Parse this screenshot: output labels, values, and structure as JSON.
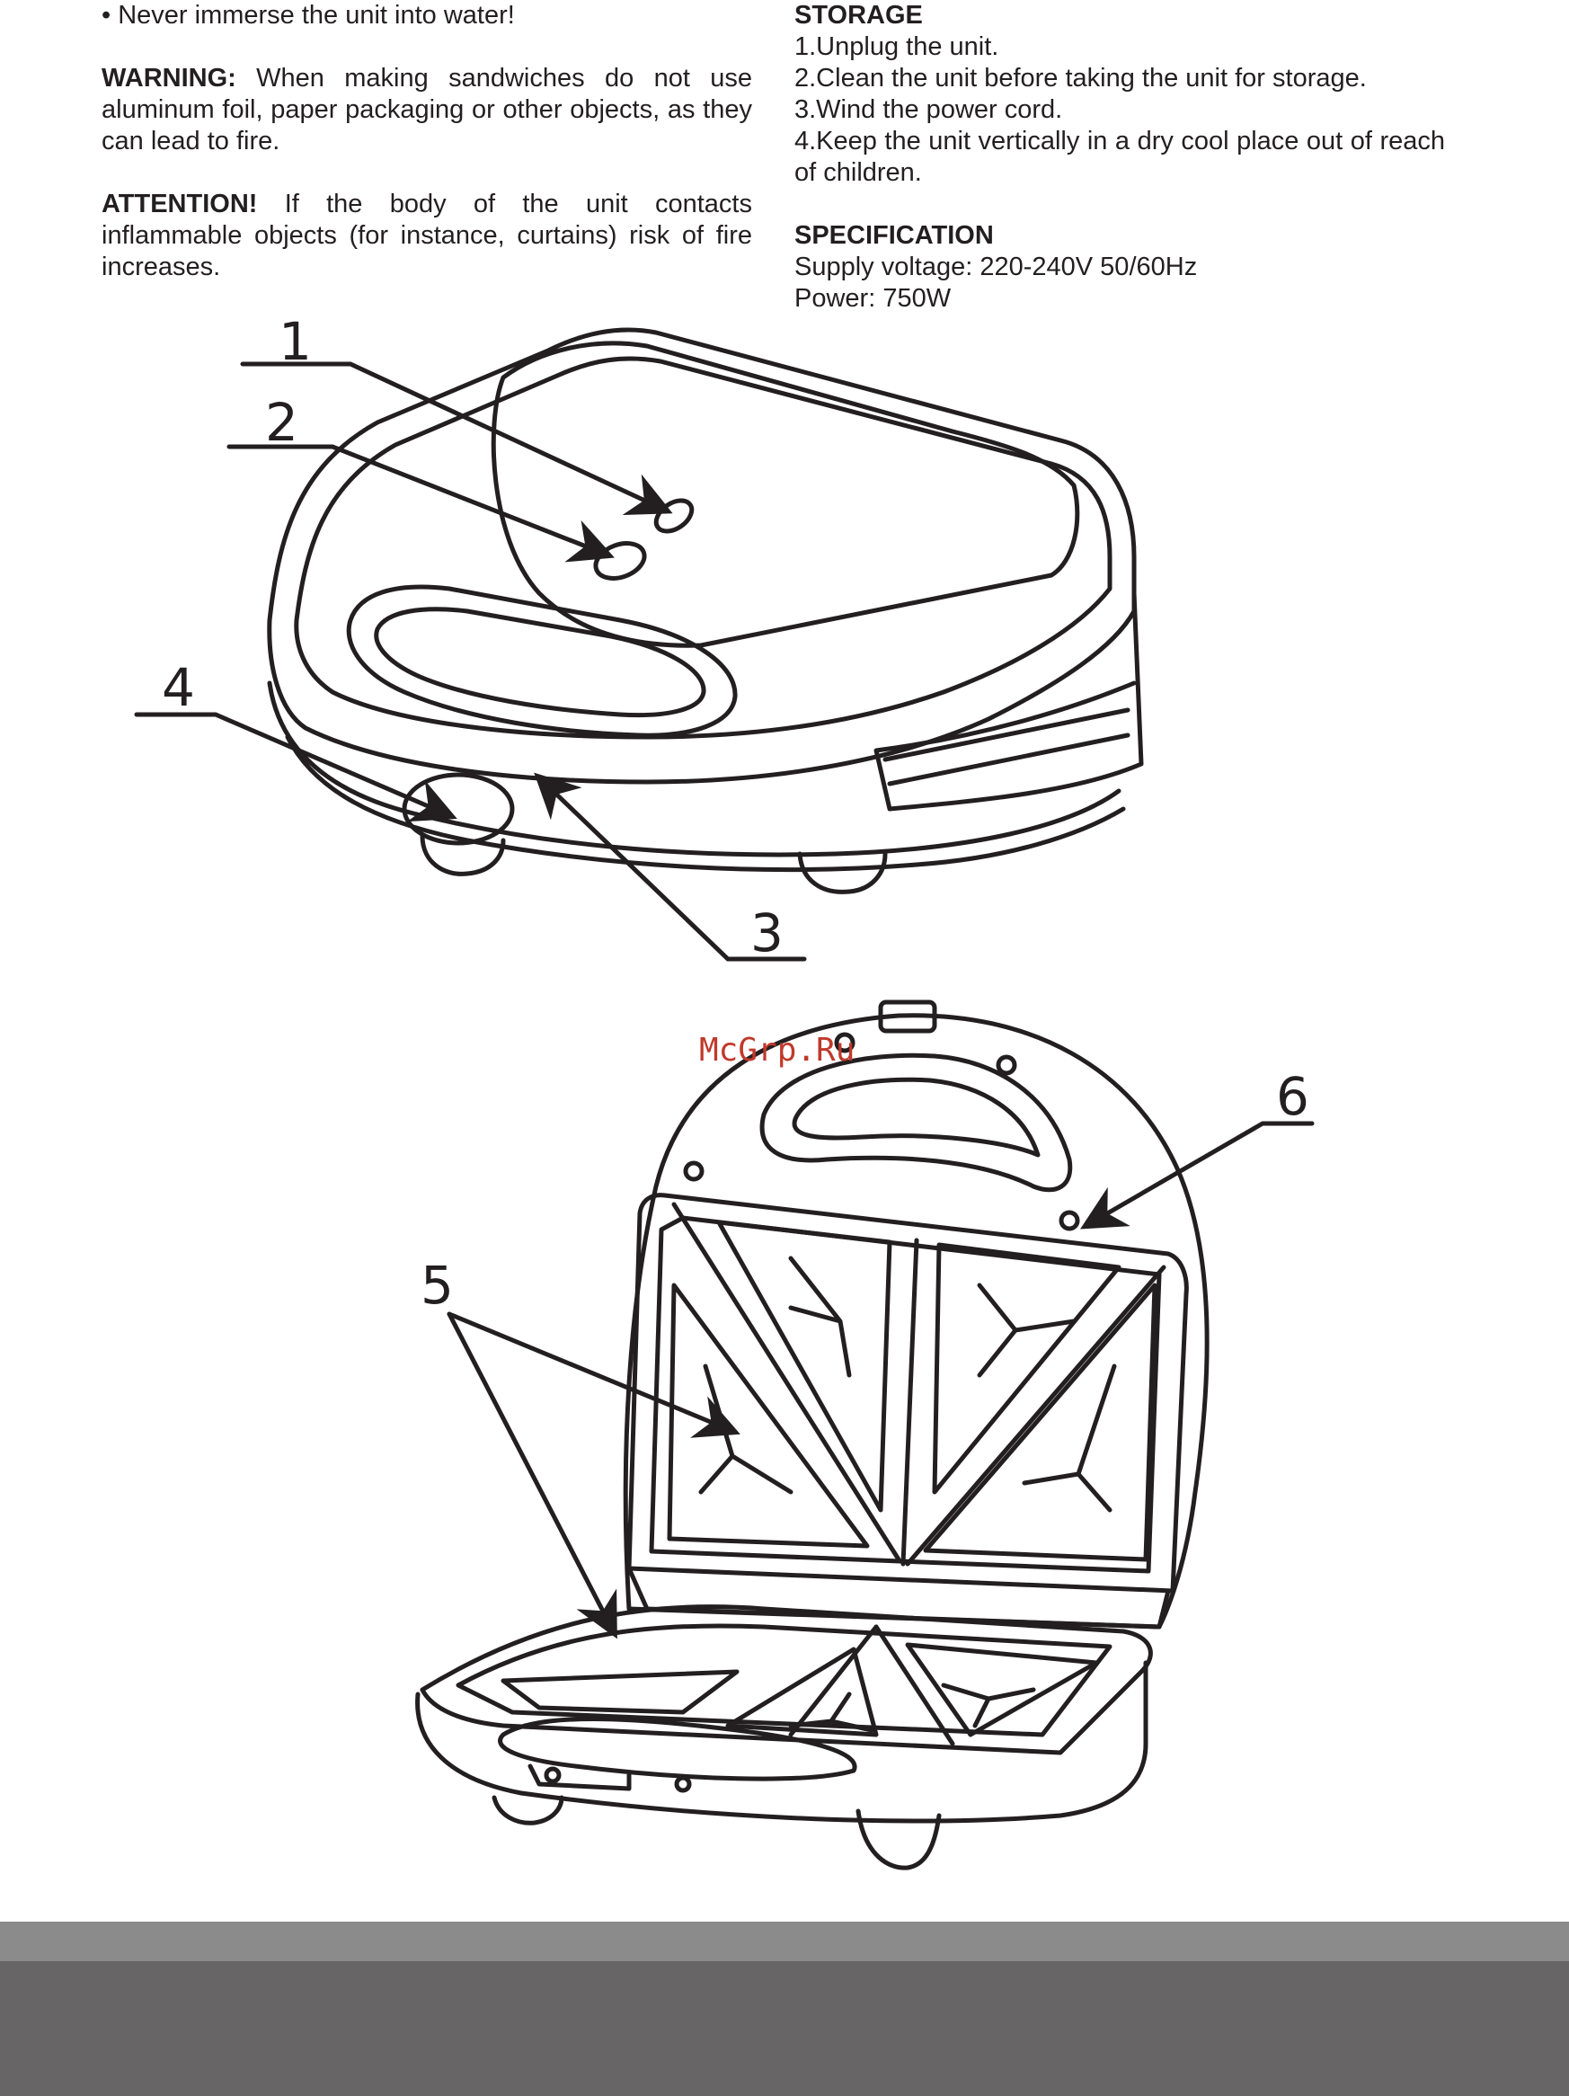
{
  "safety": {
    "immerse_text": "• Never immerse the unit into water!",
    "warning_label": "WARNING:",
    "warning_text": " When making sandwiches do not use aluminum foil, paper packaging or other objects, as they can lead to fire.",
    "attention_label": "ATTENTION!",
    "attention_text": " If the body of the unit contacts inflammable objects (for instance, curtains) risk of fire increases."
  },
  "storage": {
    "heading": "STORAGE",
    "steps": [
      "1.Unplug the unit.",
      "2.Clean the unit before taking the unit for storage.",
      "3.Wind the power cord.",
      "4.Keep the unit vertically in a dry cool place out of reach of children."
    ]
  },
  "specification": {
    "heading": "SPECIFICATION",
    "voltage": "Supply voltage: 220-240V 50/60Hz",
    "power": "Power: 750W"
  },
  "figure": {
    "callouts": [
      "1",
      "2",
      "3",
      "4",
      "5",
      "6"
    ],
    "watermark": "McGrp.Ru"
  },
  "colors": {
    "text": "#231f20",
    "footer_light": "#8c8b8b",
    "footer_dark": "#676566",
    "watermark": "#c0392b"
  }
}
